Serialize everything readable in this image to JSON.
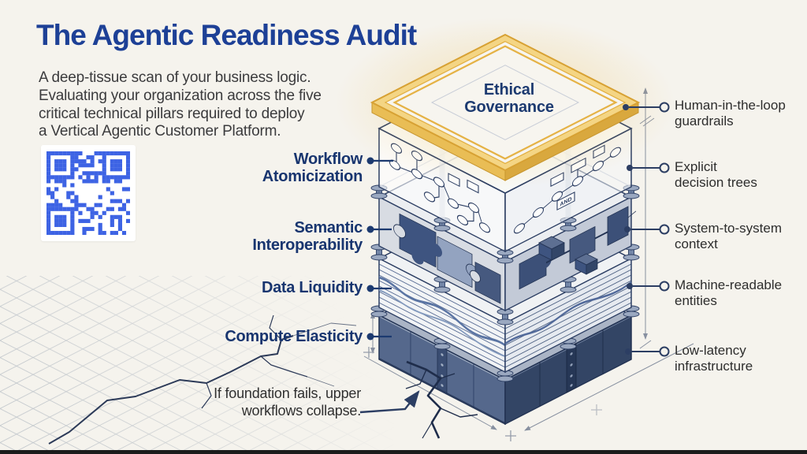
{
  "header": {
    "title": "The Agentic Readiness Audit",
    "subtitle_lines": [
      "A deep-tissue scan of your business logic.",
      "Evaluating your organization across the five",
      "critical technical pillars required to deploy",
      "a Vertical Agentic Customer Platform."
    ]
  },
  "pillars": [
    {
      "line1": "Workflow",
      "line2": "Atomicization"
    },
    {
      "line1": "Semantic",
      "line2": "Interoperability"
    },
    {
      "line1": "Data Liquidity",
      "line2": ""
    },
    {
      "line1": "Compute Elasticity",
      "line2": ""
    }
  ],
  "stack": {
    "top_label": {
      "line1": "Ethical",
      "line2": "Governance"
    },
    "gate_label": "AND"
  },
  "callouts": [
    {
      "line1": "Human-in-the-loop",
      "line2": "guardrails"
    },
    {
      "line1": "Explicit",
      "line2": "decision trees"
    },
    {
      "line1": "System-to-system",
      "line2": "context"
    },
    {
      "line1": "Machine-readable",
      "line2": "entities"
    },
    {
      "line1": "Low-latency",
      "line2": "infrastructure"
    }
  ],
  "caption": {
    "line1": "If foundation fails, upper",
    "line2": "workflows collapse."
  },
  "colors": {
    "background": "#f5f3ed",
    "title_blue": "#1d4096",
    "pillar_navy": "#18356f",
    "line_navy": "#2c3e63",
    "gold": "#e8b13c",
    "qr_blue": "#3d63e4",
    "base_dark": "#334565",
    "callout_text": "#2d2d2d"
  }
}
